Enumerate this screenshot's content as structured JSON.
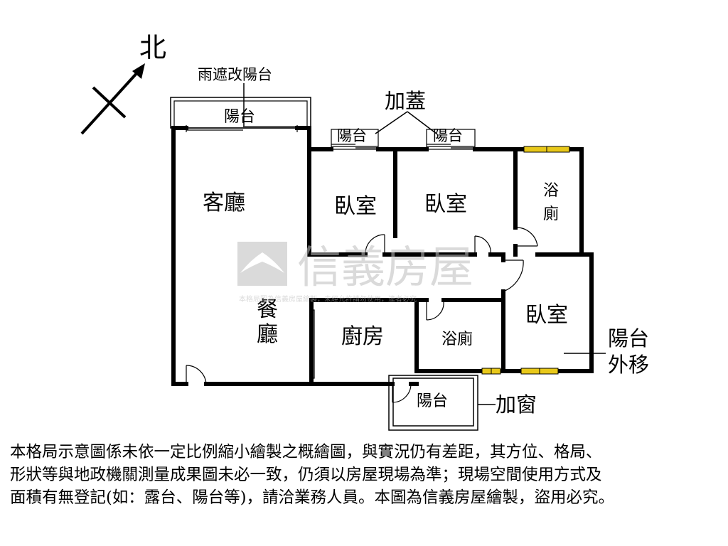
{
  "compass": {
    "north_label": "北"
  },
  "rooms": {
    "living": "客廳",
    "dining_1": "餐",
    "dining_2": "廳",
    "bedroom_1": "臥室",
    "bedroom_2": "臥室",
    "bedroom_3": "臥室",
    "bath_top_1": "浴",
    "bath_top_2": "廁",
    "bath_mid": "浴廁",
    "kitchen": "廚房",
    "balcony_top_left": "陽台",
    "balcony_small_1": "陽台",
    "balcony_small_2": "陽台",
    "balcony_bottom": "陽台"
  },
  "annotations": {
    "rain_cover": "雨遮改陽台",
    "add_cover": "加蓋",
    "balcony_moved_1": "陽台",
    "balcony_moved_2": "外移",
    "add_window": "加窗"
  },
  "watermark": {
    "brand": "信義房屋",
    "tagline": "本格局圖為信義房屋繪製，未經允許請勿使用，違者必究"
  },
  "disclaimer": {
    "line1": "本格局示意圖係未依一定比例縮小繪製之概繪圖，與實況仍有差距，其方位、格局、",
    "line2": "形狀等與地政機關測量成果圖未必一致，仍須以房屋現場為準；現場空間使用方式及",
    "line3": "面積有無登記(如：露台、陽台等)，請洽業務人員。本圖為信義房屋繪製，盜用必究。"
  },
  "colors": {
    "wall": "#000000",
    "window_marker": "#e8c81a",
    "watermark": "#c8c8c8"
  }
}
